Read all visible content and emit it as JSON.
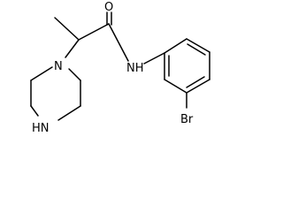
{
  "molecule": {
    "atoms": {
      "oxygen": "O",
      "amide_nitrogen": "NH",
      "ring_nitrogen": "N",
      "ring_amine": "HN",
      "bromine": "Br"
    },
    "colors": {
      "bond": "#000000",
      "label": "#000000",
      "background": "#ffffff"
    }
  }
}
